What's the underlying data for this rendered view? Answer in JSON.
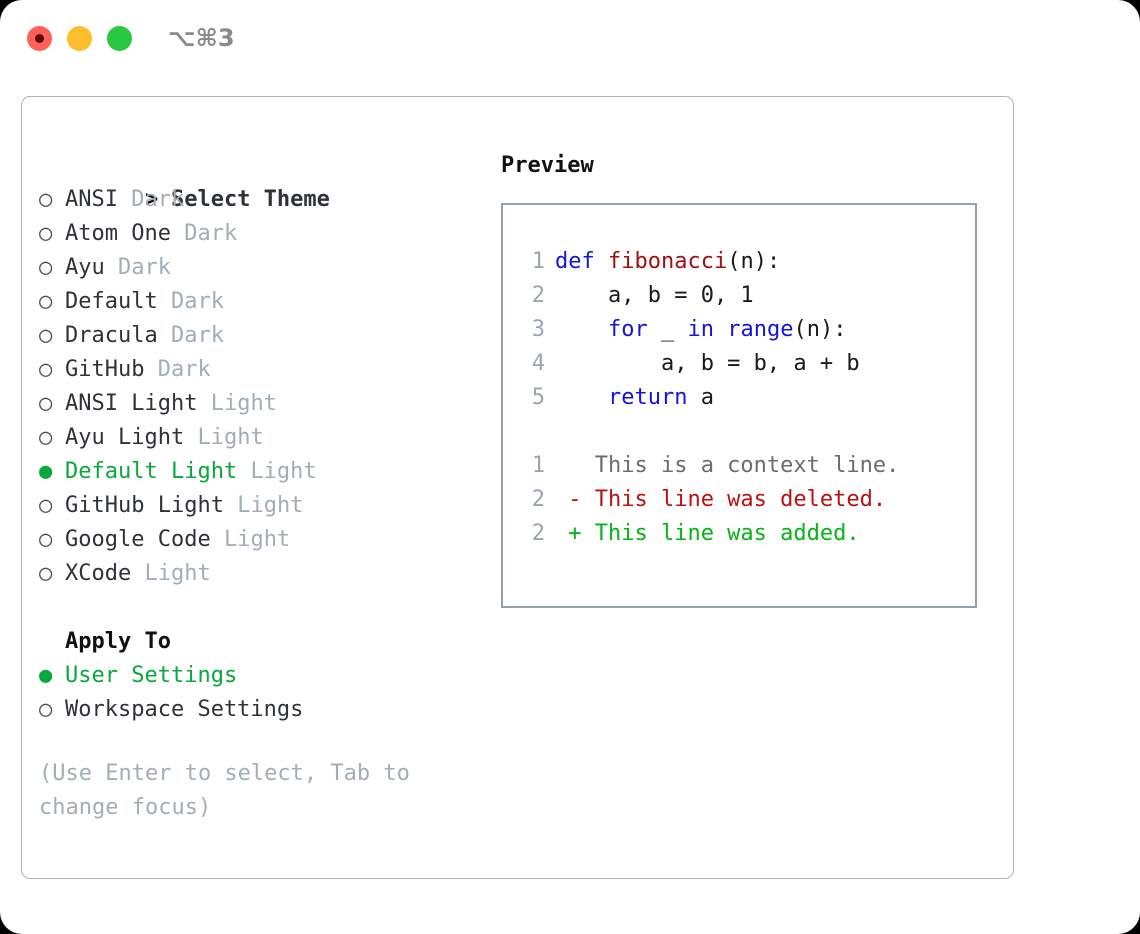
{
  "titlebar": {
    "shortcut": "⌥⌘3",
    "traffic_lights": [
      {
        "name": "close",
        "color": "#ff6057"
      },
      {
        "name": "minimize",
        "color": "#ffbd2e"
      },
      {
        "name": "maximize",
        "color": "#28c840"
      }
    ]
  },
  "colors": {
    "accent_green": "#09a83c",
    "muted": "#a3adba",
    "border": "#aab3c0",
    "preview_border": "#95a0ae",
    "keyword_blue": "#1414e0",
    "function_red": "#a10f0f",
    "diff_deleted": "#bb1111",
    "diff_added": "#07b416",
    "line_number": "#9aa5b1"
  },
  "theme_list": {
    "header_marker": ">",
    "header": "Select Theme",
    "bullet_unselected": "○",
    "bullet_selected": "●",
    "items": [
      {
        "name": "ANSI",
        "tag": "Dark",
        "selected": false
      },
      {
        "name": "Atom One",
        "tag": "Dark",
        "selected": false
      },
      {
        "name": "Ayu",
        "tag": "Dark",
        "selected": false
      },
      {
        "name": "Default",
        "tag": "Dark",
        "selected": false
      },
      {
        "name": "Dracula",
        "tag": "Dark",
        "selected": false
      },
      {
        "name": "GitHub",
        "tag": "Dark",
        "selected": false
      },
      {
        "name": "ANSI Light",
        "tag": "Light",
        "selected": false
      },
      {
        "name": "Ayu Light",
        "tag": "Light",
        "selected": false
      },
      {
        "name": "Default Light",
        "tag": "Light",
        "selected": true
      },
      {
        "name": "GitHub Light",
        "tag": "Light",
        "selected": false
      },
      {
        "name": "Google Code",
        "tag": "Light",
        "selected": false
      },
      {
        "name": "XCode",
        "tag": "Light",
        "selected": false
      }
    ]
  },
  "apply_to": {
    "heading": "Apply To",
    "items": [
      {
        "name": "User Settings",
        "selected": true
      },
      {
        "name": "Workspace Settings",
        "selected": false
      }
    ]
  },
  "hint": "(Use Enter to select, Tab to change focus)",
  "preview": {
    "title": "Preview",
    "code_lines": [
      {
        "num": "1",
        "tokens": [
          {
            "t": "def",
            "c": "kw"
          },
          {
            "t": " ",
            "c": "plain"
          },
          {
            "t": "fibonacci",
            "c": "fn"
          },
          {
            "t": "(n):",
            "c": "plain"
          }
        ]
      },
      {
        "num": "2",
        "tokens": [
          {
            "t": "    a, b = 0, 1",
            "c": "plain"
          }
        ]
      },
      {
        "num": "3",
        "tokens": [
          {
            "t": "    ",
            "c": "plain"
          },
          {
            "t": "for",
            "c": "kw"
          },
          {
            "t": " _ ",
            "c": "plain"
          },
          {
            "t": "in",
            "c": "kw"
          },
          {
            "t": " ",
            "c": "plain"
          },
          {
            "t": "range",
            "c": "kw"
          },
          {
            "t": "(n):",
            "c": "plain"
          }
        ]
      },
      {
        "num": "4",
        "tokens": [
          {
            "t": "        a, b = b, a + b",
            "c": "plain"
          }
        ]
      },
      {
        "num": "5",
        "tokens": [
          {
            "t": "    ",
            "c": "plain"
          },
          {
            "t": "return",
            "c": "kw"
          },
          {
            "t": " a",
            "c": "plain"
          }
        ]
      }
    ],
    "diff_lines": [
      {
        "num": "1",
        "tokens": [
          {
            "t": "   This is a context line.",
            "c": "ctx"
          }
        ]
      },
      {
        "num": "2",
        "tokens": [
          {
            "t": " - This line was deleted.",
            "c": "del"
          }
        ]
      },
      {
        "num": "2",
        "tokens": [
          {
            "t": " + This line was added.",
            "c": "add"
          }
        ]
      }
    ]
  }
}
